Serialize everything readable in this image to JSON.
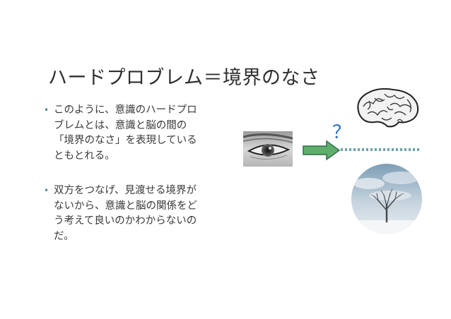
{
  "slide": {
    "title": "ハードプロブレム＝境界のなさ",
    "bullets": [
      {
        "text": "このように、意識のハードプロブレムとは、意識と脳の間の「境界のなさ」を表現しているともとれる。"
      },
      {
        "text": "双方をつなげ、見渡せる境界がないから、意識と脳の関係をどう考えて良いのかわからないのだ。"
      }
    ],
    "bullet_glyph": "•",
    "question_mark": "？"
  },
  "colors": {
    "arrow_fill": "#5fae6b",
    "arrow_stroke": "#2f6f4a",
    "dotted_line": "#6aa3a8",
    "question": "#2b6fbf"
  },
  "icons": [
    "eye-image",
    "right-arrow-icon",
    "brain-image",
    "tree-image"
  ]
}
